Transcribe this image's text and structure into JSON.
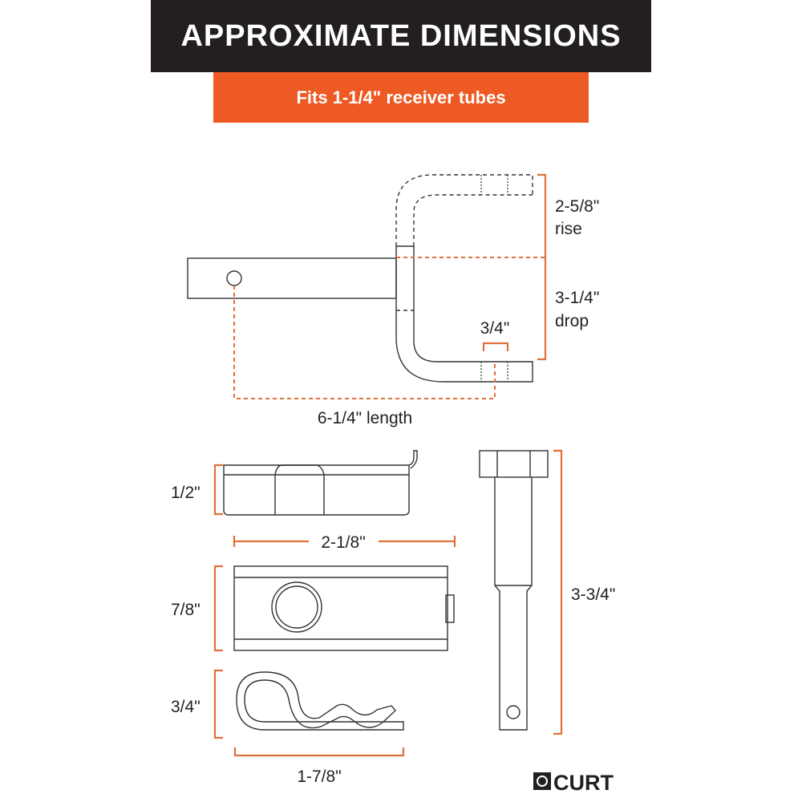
{
  "header": {
    "title": "APPROXIMATE DIMENSIONS"
  },
  "banner": {
    "text": "Fits 1-1/4\" receiver tubes"
  },
  "ball_mount": {
    "rise_value": "2-5/8\"",
    "rise_label": "rise",
    "drop_value": "3-1/4\"",
    "drop_label": "drop",
    "hole_size": "3/4\"",
    "length": "6-1/4\" length"
  },
  "hitch_lock": {
    "height": "1/2\"",
    "width": "2-1/8\"",
    "depth": "7/8\""
  },
  "clip": {
    "height": "3/4\"",
    "width": "1-7/8\""
  },
  "pin": {
    "length": "3-3/4\""
  },
  "brand": {
    "name": "CURT"
  },
  "colors": {
    "accent": "#ee5a24",
    "header": "#231f20"
  }
}
